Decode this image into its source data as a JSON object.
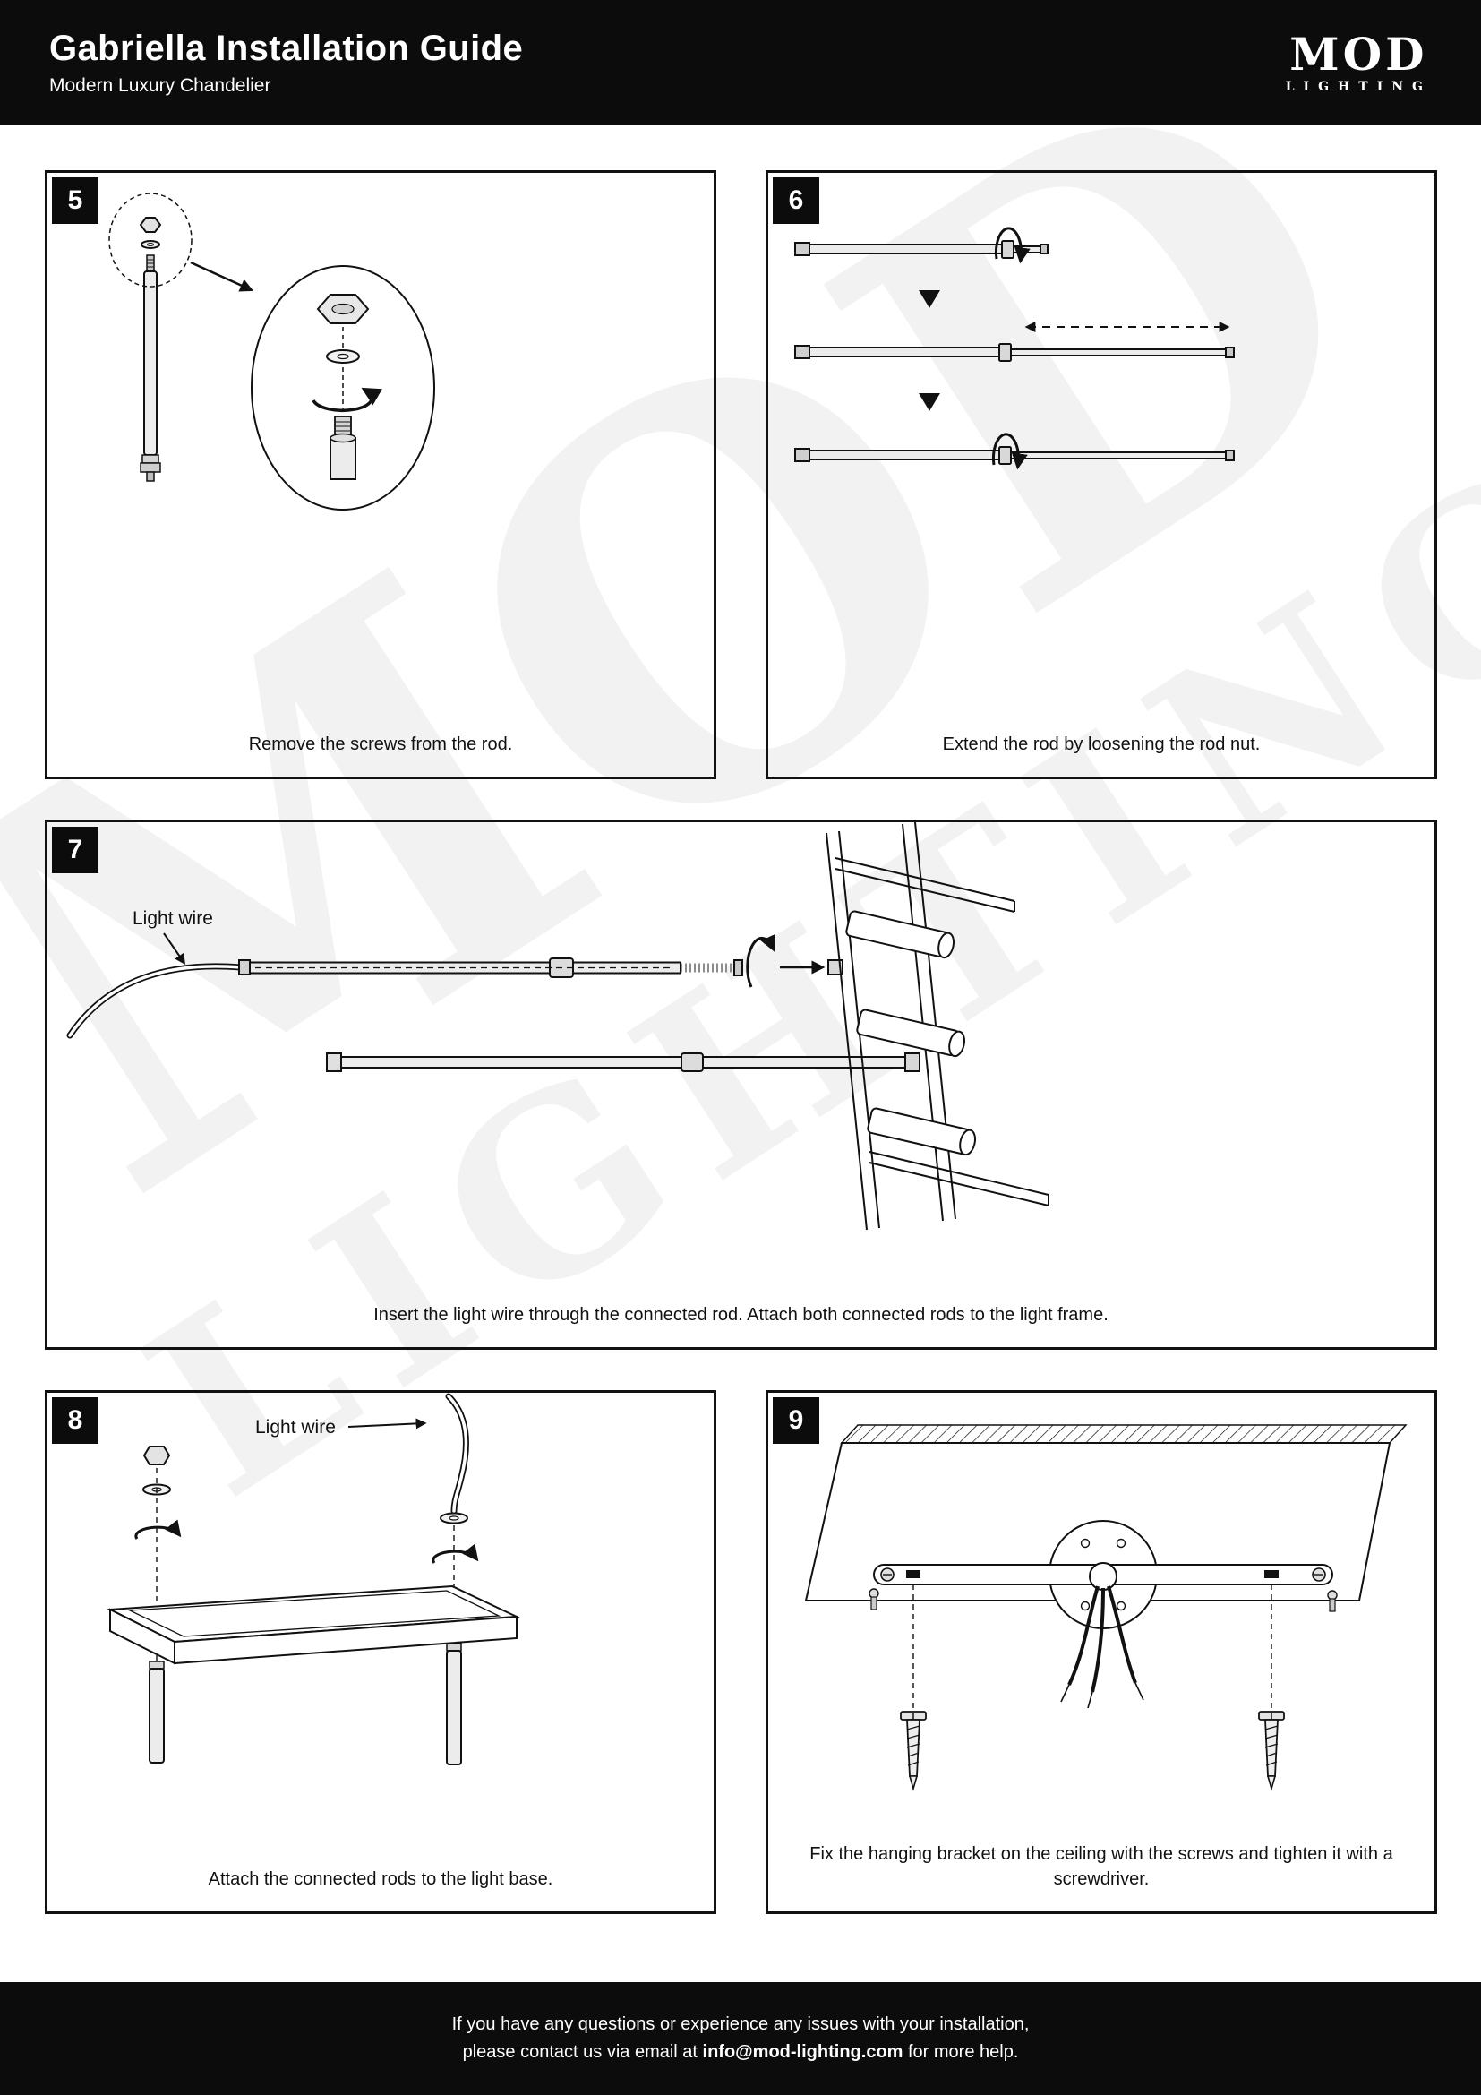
{
  "header": {
    "title": "Gabriella Installation Guide",
    "subtitle": "Modern Luxury Chandelier",
    "logo_line1": "MOD",
    "logo_line2": "LIGHTING"
  },
  "watermark": {
    "line1": "MOD",
    "line2": "LIGHTING"
  },
  "steps": [
    {
      "number": "5",
      "caption": "Remove the screws from the rod."
    },
    {
      "number": "6",
      "caption": "Extend the rod by loosening the rod nut."
    },
    {
      "number": "7",
      "caption": "Insert the light wire through the connected rod. Attach both connected rods to the light frame.",
      "label_light_wire": "Light wire"
    },
    {
      "number": "8",
      "caption": "Attach the connected rods to the light base.",
      "label_light_wire": "Light wire"
    },
    {
      "number": "9",
      "caption": "Fix the hanging bracket on the ceiling with the screws and tighten it with a screwdriver."
    }
  ],
  "footer": {
    "line1": "If you have any questions or experience any issues with your installation,",
    "line2_prefix": "please contact us via email at ",
    "email": "info@mod-lighting.com",
    "line2_suffix": " for more help."
  }
}
